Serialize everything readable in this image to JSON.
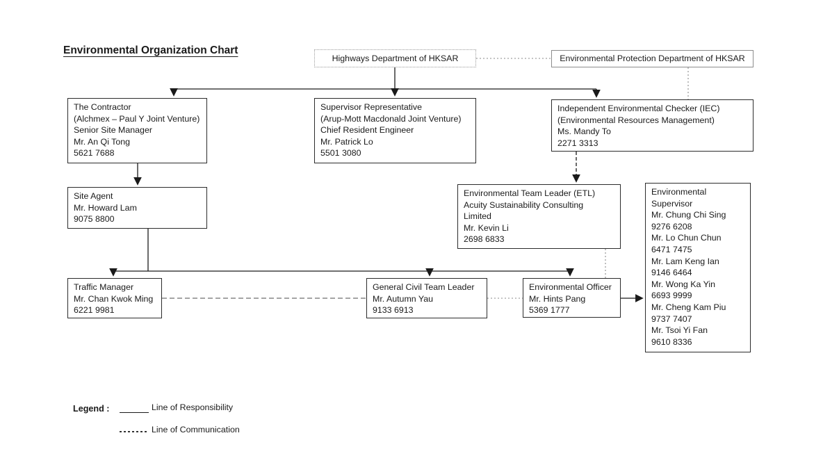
{
  "title": "Environmental Organization Chart",
  "nodes": {
    "highways": {
      "lines": [
        "Highways Department of HKSAR"
      ]
    },
    "epd": {
      "lines": [
        "Environmental Protection Department of HKSAR"
      ]
    },
    "contractor": {
      "lines": [
        "The Contractor",
        "(Alchmex – Paul Y Joint Venture)",
        "Senior Site Manager",
        "Mr. An Qi Tong",
        "5621 7688"
      ]
    },
    "supervisor_rep": {
      "lines": [
        "Supervisor Representative",
        "(Arup-Mott Macdonald Joint Venture)",
        "Chief Resident Engineer",
        "Mr. Patrick Lo",
        "5501 3080"
      ]
    },
    "iec": {
      "lines": [
        "Independent Environmental Checker (IEC)",
        "(Environmental Resources Management)",
        "Ms. Mandy To",
        "2271 3313"
      ]
    },
    "site_agent": {
      "lines": [
        "Site Agent",
        "Mr. Howard Lam",
        "9075 8800"
      ]
    },
    "etl": {
      "lines": [
        "Environmental Team Leader (ETL)",
        "Acuity Sustainability Consulting",
        "Limited",
        "Mr. Kevin Li",
        "2698 6833"
      ]
    },
    "env_supervisor": {
      "lines": [
        "Environmental",
        "Supervisor",
        "Mr. Chung Chi Sing",
        "9276 6208",
        "Mr. Lo Chun Chun",
        "6471 7475",
        "Mr. Lam Keng Ian",
        "9146 6464",
        "Mr. Wong Ka Yin",
        "6693 9999",
        "Mr. Cheng Kam Piu",
        "9737 7407",
        "Mr. Tsoi Yi Fan",
        "9610 8336"
      ]
    },
    "traffic_manager": {
      "lines": [
        "Traffic Manager",
        "Mr. Chan Kwok Ming",
        "6221 9981"
      ]
    },
    "general_civil": {
      "lines": [
        "General Civil Team Leader",
        "Mr. Autumn Yau",
        "9133 6913"
      ]
    },
    "env_officer": {
      "lines": [
        "Environmental Officer",
        "Mr. Hints Pang",
        "5369 1777"
      ]
    }
  },
  "legend": {
    "label": "Legend :",
    "responsibility": "Line of Responsibility",
    "communication": "Line of Communication"
  }
}
